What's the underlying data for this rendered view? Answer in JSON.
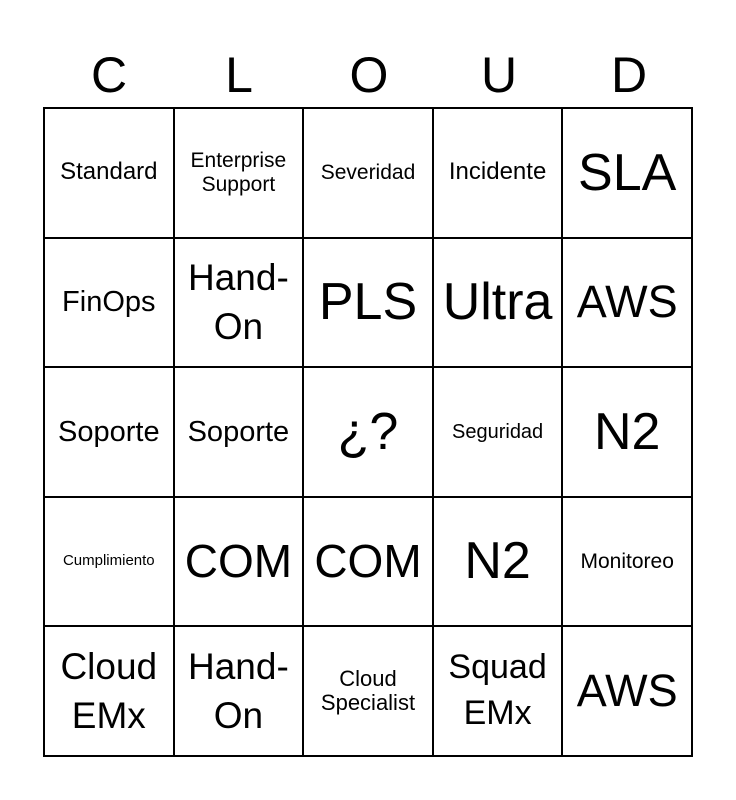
{
  "header": [
    "C",
    "L",
    "O",
    "U",
    "D"
  ],
  "cells": [
    [
      "Standard",
      "Enterprise Support",
      "Severidad",
      "Incidente",
      "SLA"
    ],
    [
      "FinOps",
      "Hand-On",
      "PLS",
      "Ultra",
      "AWS"
    ],
    [
      "Soporte",
      "Soporte",
      "¿?",
      "Seguridad",
      "N2"
    ],
    [
      "Cumplimiento",
      "COM",
      "COM",
      "N2",
      "Monitoreo"
    ],
    [
      "Cloud EMx",
      "Hand-On",
      "Cloud Specialist",
      "Squad EMx",
      "AWS"
    ]
  ]
}
